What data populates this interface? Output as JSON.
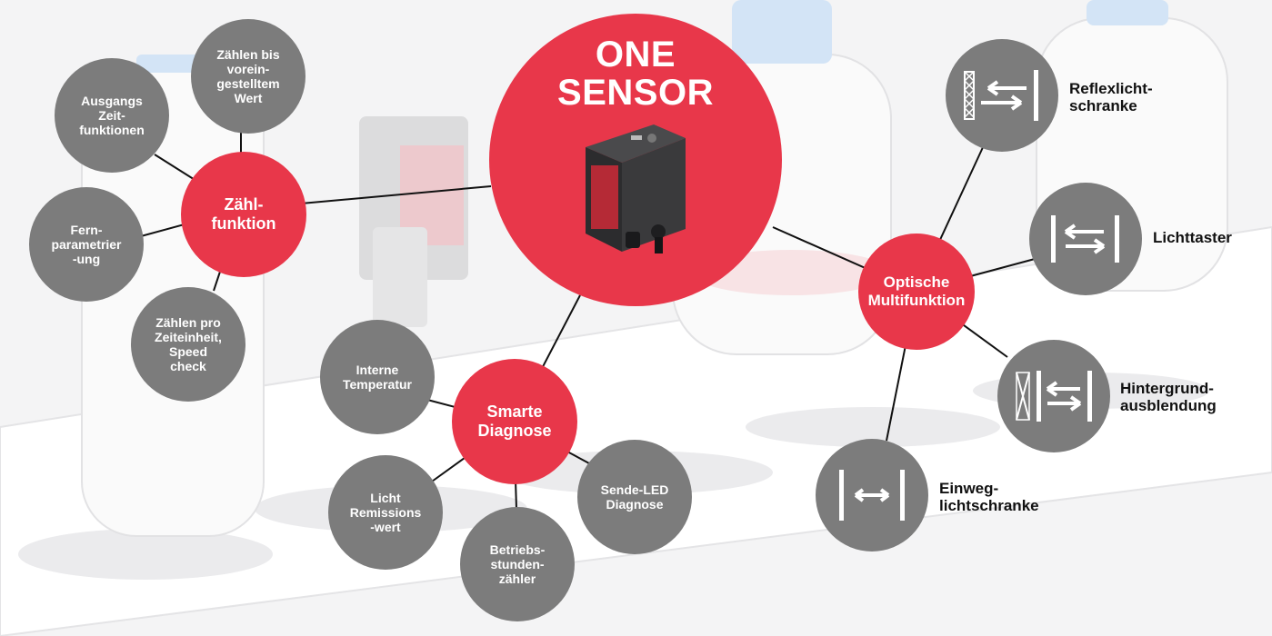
{
  "center": {
    "title": "ONE\nSENSOR"
  },
  "hubs": {
    "counting": "Zähl-\nfunktion",
    "diagnosis": "Smarte\nDiagnose",
    "optical": "Optische\nMultifunktion"
  },
  "counting_items": [
    "Zählen bis\nvorein-\ngestelltem\nWert",
    "Ausgangs\nZeit-\nfunktionen",
    "Fern-\nparametrier\n-ung",
    "Zählen pro\nZeiteinheit,\nSpeed\ncheck"
  ],
  "diagnosis_items": [
    "Interne\nTemperatur",
    "Licht\nRemissions\n-wert",
    "Betriebs-\nstunden-\nzähler",
    "Sende-LED\nDiagnose"
  ],
  "optical_items": [
    {
      "label": "Reflexlicht-\nschranke",
      "icon": "reflex-light-barrier-icon"
    },
    {
      "label": "Lichttaster",
      "icon": "diffuse-sensor-icon"
    },
    {
      "label": "Hintergrund-\nausblendung",
      "icon": "background-suppression-icon"
    },
    {
      "label": "Einweg-\nlichtschranke",
      "icon": "through-beam-icon"
    }
  ],
  "colors": {
    "red": "#e8374a",
    "grey": "#7c7c7c",
    "line": "#111111"
  }
}
